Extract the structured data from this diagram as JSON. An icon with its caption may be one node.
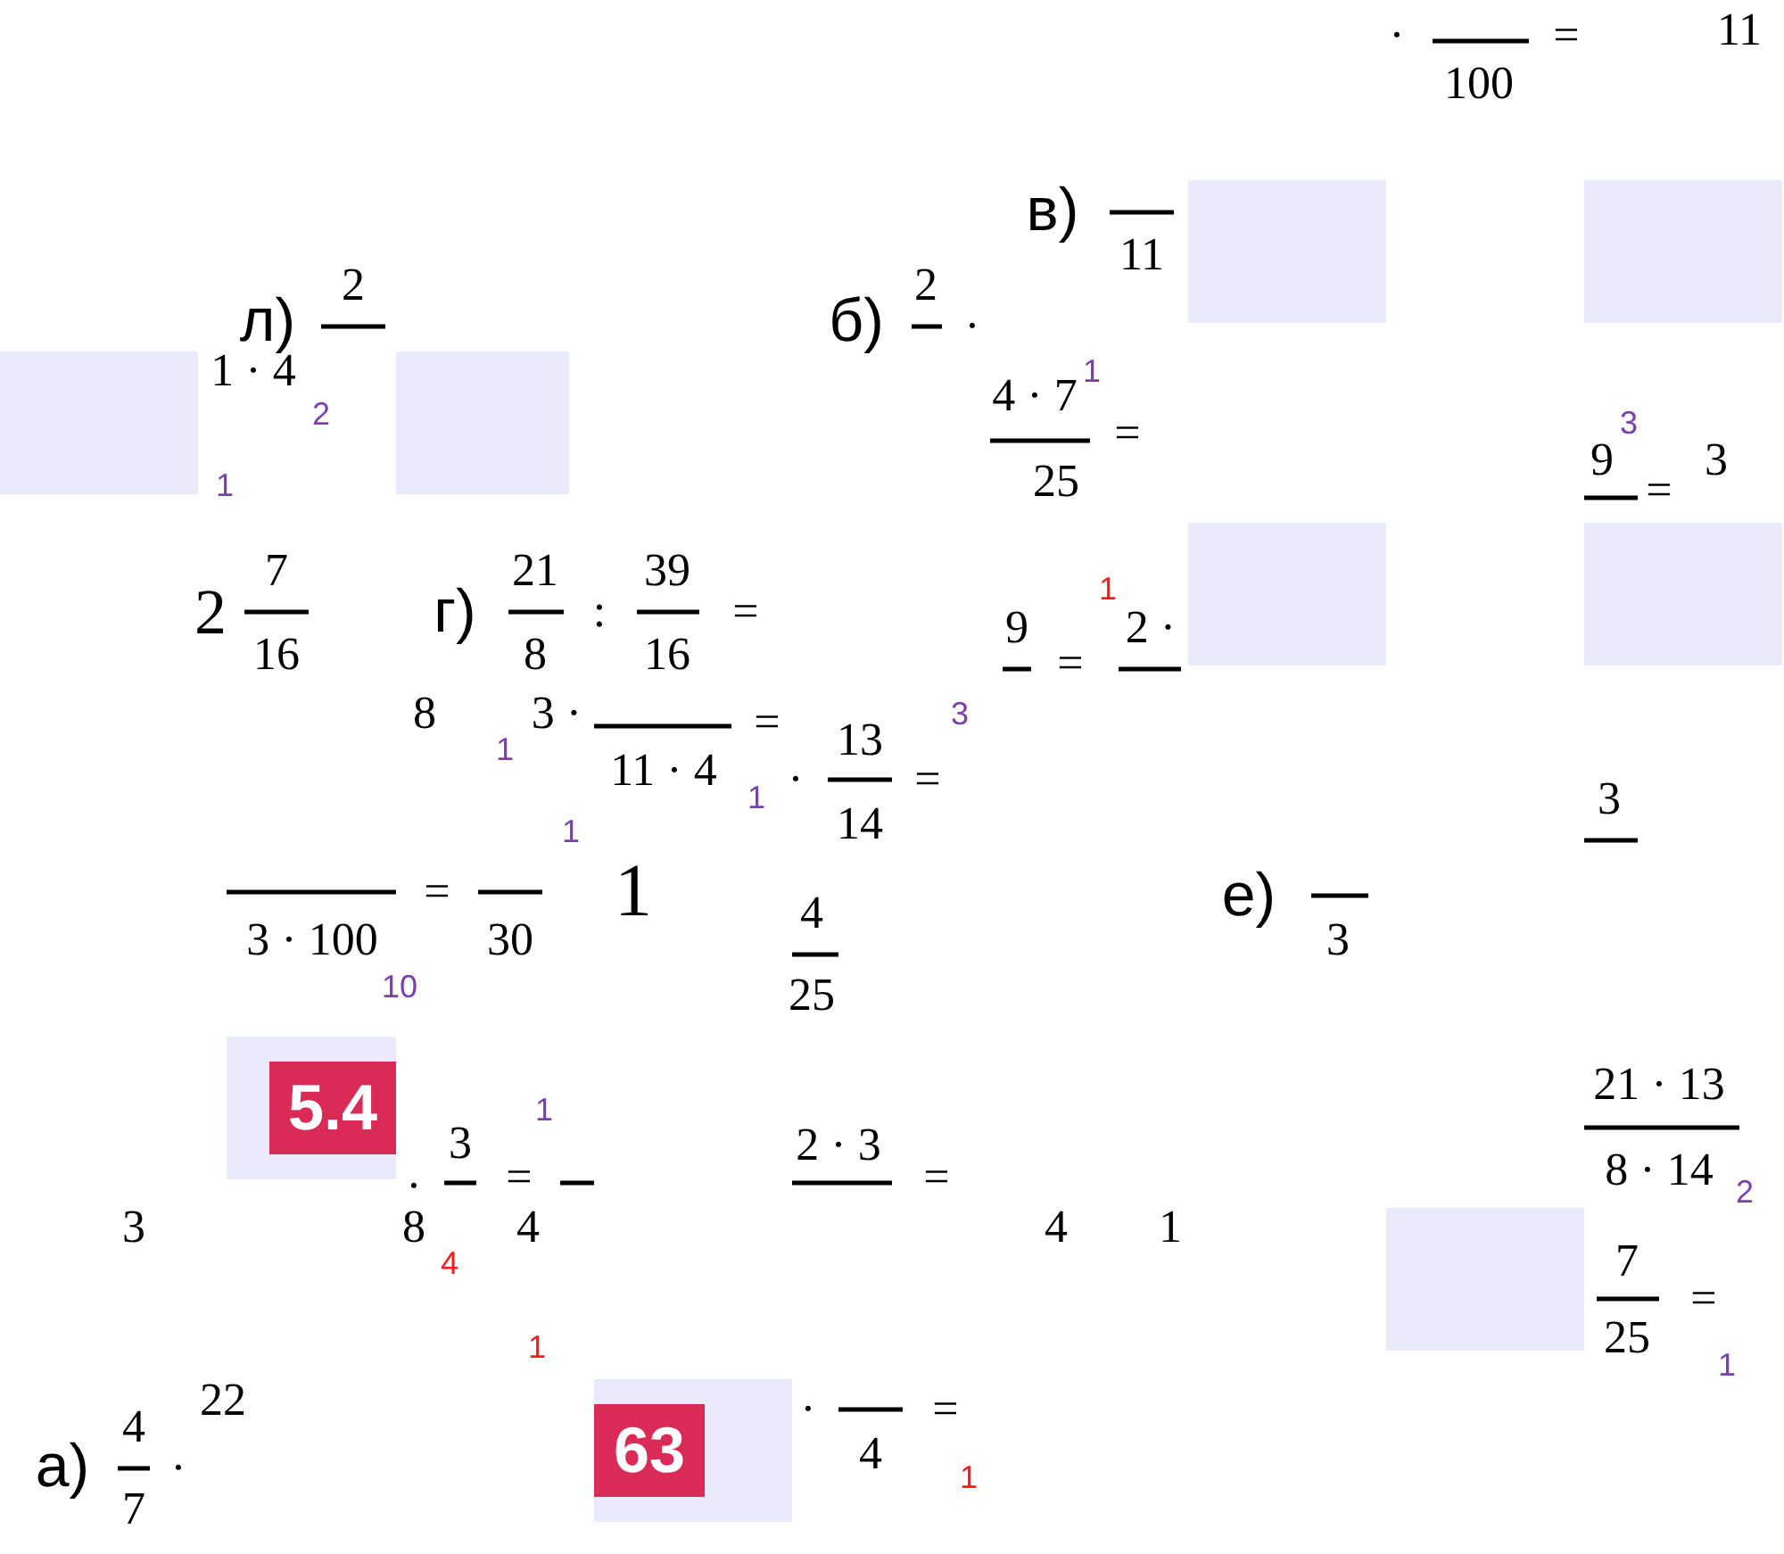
{
  "diagram": {
    "nodes": [
      {
        "text": [],
        "shape": "box"
      },
      {
        "text": [],
        "shape": "box"
      },
      {
        "text": [],
        "shape": "box"
      },
      {
        "text": [],
        "shape": "box"
      },
      {
        "text": [],
        "shape": "box"
      },
      {
        "text": [],
        "shape": "box"
      },
      {
        "text": [],
        "shape": "box"
      },
      {
        "text": [
          "5.4"
        ],
        "in": 6
      },
      {
        "text": [],
        "shape": "box"
      },
      {
        "text": [],
        "shape": "box"
      },
      {
        "text": [
          "63"
        ],
        "in": 9
      }
    ],
    "labels": [
      "·",
      "100",
      "=",
      "11",
      "в)",
      "11",
      "л)",
      "2",
      "1 · 4",
      "2",
      "1",
      "б)",
      "2",
      "·",
      "4 · 7",
      "1",
      "=",
      "25",
      "9",
      "3",
      "=",
      "3",
      "2",
      "7",
      "16",
      "г)",
      "21",
      "8",
      ":",
      "39",
      "16",
      "=",
      "8",
      "1",
      "3 ·",
      "11 · 4",
      "=",
      "1",
      "·",
      "13",
      "14",
      "=",
      "3",
      "9",
      "=",
      "1",
      "2 ·",
      "1",
      "3 · 100",
      "10",
      "=",
      "30",
      "1",
      "4",
      "25",
      "е)",
      "3",
      "3",
      "21 · 13",
      "8 · 14",
      "2",
      "3",
      "·",
      "8",
      "4",
      "1",
      "3",
      "4",
      "=",
      "2 · 3",
      "=",
      "4",
      "1",
      "7",
      "25",
      "=",
      "1",
      "22",
      "1",
      "а)",
      "4",
      "7",
      "·",
      "·",
      "4",
      "=",
      "1"
    ]
  }
}
